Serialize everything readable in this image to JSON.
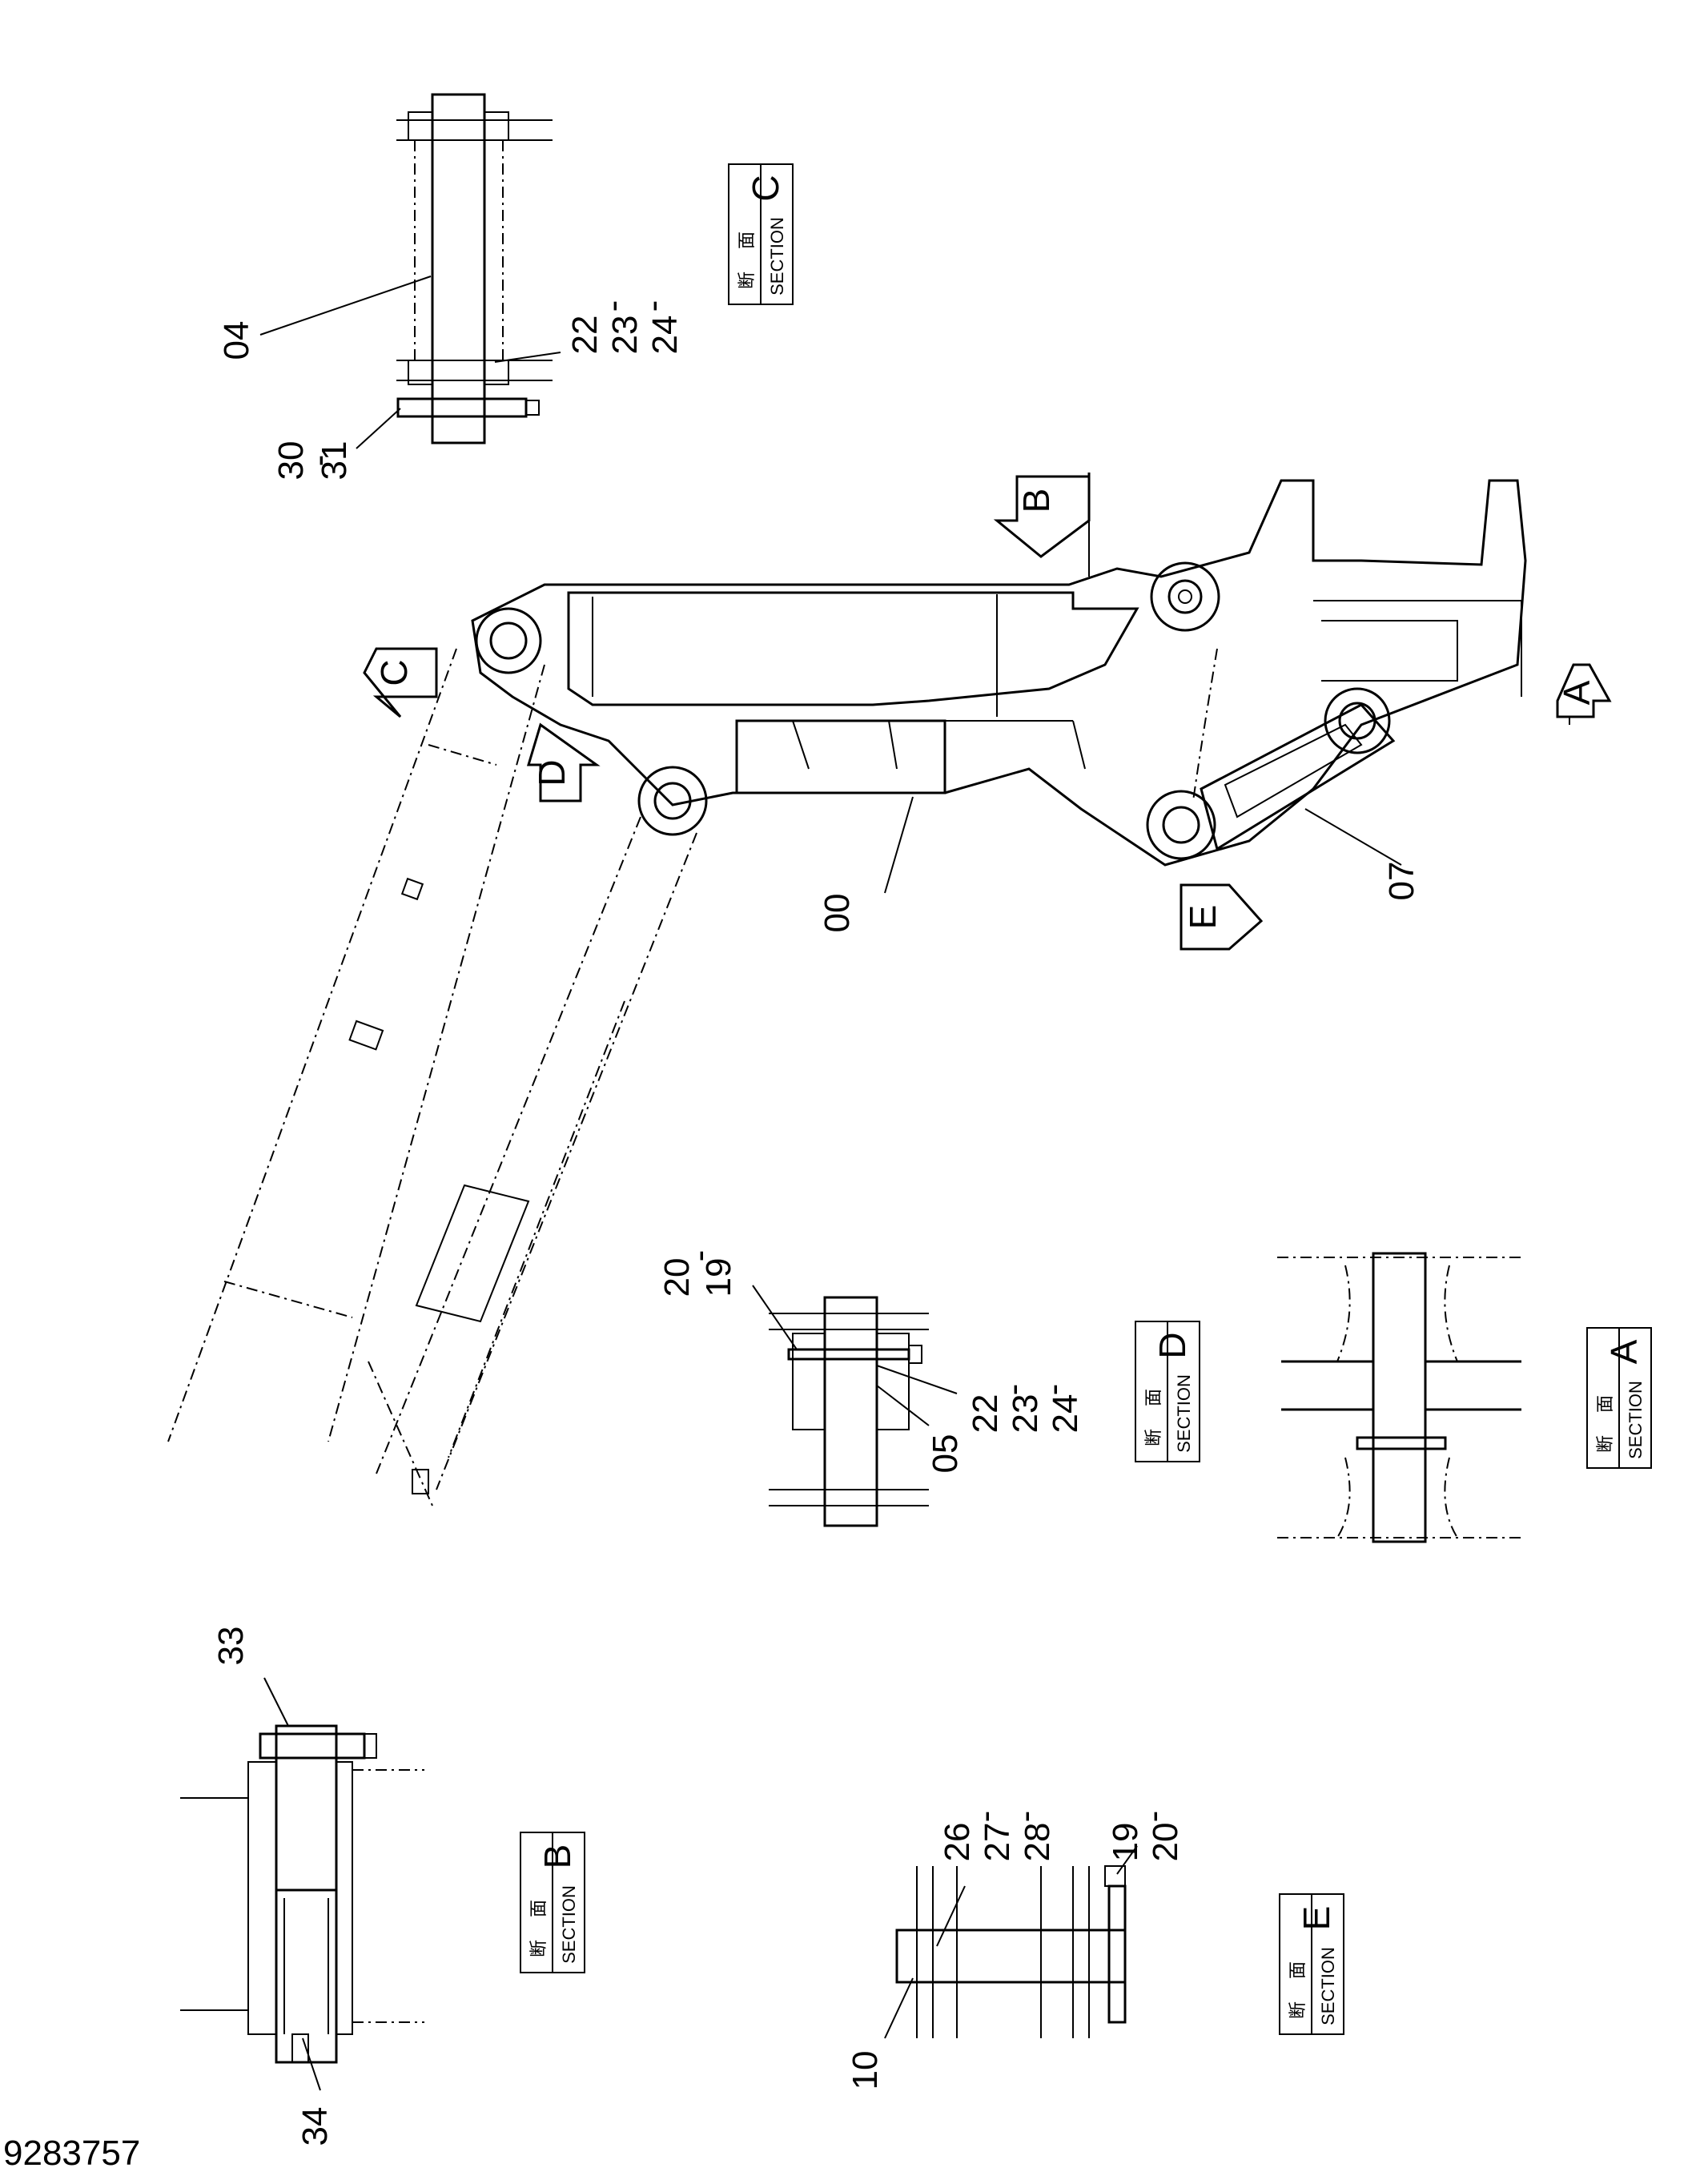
{
  "document_number": "9283757",
  "parts": {
    "p00": "00",
    "p04": "04",
    "p05": "05",
    "p07": "07",
    "p10": "10",
    "p19": "19",
    "p20": "20",
    "p22": "22",
    "p23": "23",
    "p24": "24",
    "p26": "26",
    "p27": "27",
    "p28": "28",
    "p30": "30",
    "p31": "31",
    "p33": "33",
    "p34": "34"
  },
  "dash": "-",
  "section": {
    "jp_1": "断",
    "jp_2": "面",
    "word": "SECTION",
    "A": "A",
    "B": "B",
    "C": "C",
    "D": "D",
    "E": "E"
  },
  "arrows": {
    "A": "A",
    "B": "B",
    "C": "C",
    "D": "D",
    "E": "E"
  }
}
